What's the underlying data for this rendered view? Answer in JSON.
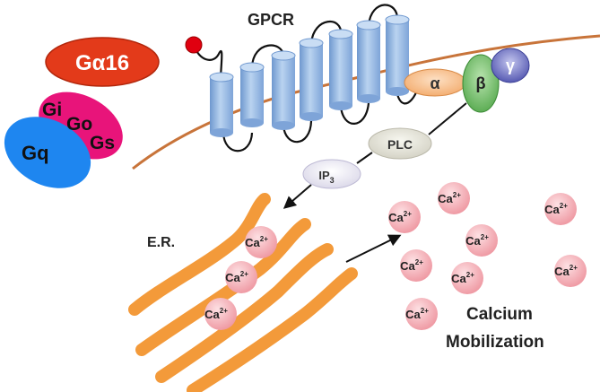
{
  "labels": {
    "galpha16": "Gα16",
    "gi": "Gi",
    "go": "Go",
    "gs": "Gs",
    "gq": "Gq",
    "gpcr": "GPCR",
    "alpha": "α",
    "beta": "β",
    "gamma": "γ",
    "plc": "PLC",
    "ip3": "IP",
    "ip3_sub": "3",
    "er": "E.R.",
    "ca": "Ca",
    "ca_sup": "2+",
    "calcium": "Calcium",
    "mobilization": "Mobilization"
  },
  "colors": {
    "membrane": "#c8743a",
    "galpha16": "#e33a1a",
    "gi_go_gs": "#e8147a",
    "gq": "#1e86f0",
    "helix": "#9bbde6",
    "alpha": "#f5b37a",
    "beta": "#67b65a",
    "gamma": "#5a5fb8",
    "plc": "#deddd2",
    "ip3": "#e8e6f2",
    "er": "#f39a3a",
    "calcium": "#f2aab0"
  }
}
